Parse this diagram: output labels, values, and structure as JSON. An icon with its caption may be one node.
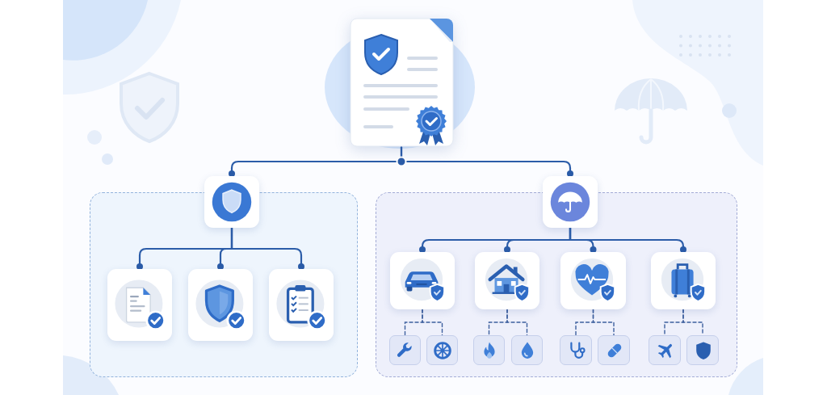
{
  "diagram": {
    "nodes": [
      {
        "text": [],
        "shape": "picture"
      },
      {
        "text": [],
        "shape": "box"
      },
      {
        "text": [],
        "shape": "box"
      },
      {
        "text": [],
        "shape": "box"
      },
      {
        "text": [],
        "shape": "box",
        "in": 3
      },
      {
        "text": [],
        "shape": "box",
        "in": 3
      },
      {
        "text": [],
        "shape": "box",
        "in": 3
      },
      {
        "text": [],
        "shape": "box"
      },
      {
        "text": [],
        "shape": "box",
        "in": 7
      },
      {
        "text": [],
        "shape": "box",
        "in": 7
      },
      {
        "text": [],
        "shape": "box",
        "in": 7
      },
      {
        "text": [],
        "shape": "box",
        "in": 7
      },
      {
        "text": [],
        "shape": "box",
        "in": 7
      },
      {
        "text": [],
        "shape": "box",
        "in": 7
      },
      {
        "text": [],
        "shape": "box",
        "in": 7
      },
      {
        "text": [],
        "shape": "box",
        "in": 7
      },
      {
        "text": [],
        "shape": "box",
        "in": 7
      },
      {
        "text": [],
        "shape": "box",
        "in": 7
      },
      {
        "text": [],
        "shape": "box",
        "in": 7
      },
      {
        "text": [],
        "shape": "box",
        "in": 7
      }
    ],
    "edges": [
      {
        "from": 0,
        "to": 1,
        "arrow": "other"
      },
      {
        "from": 0,
        "to": 2,
        "arrow": "other"
      },
      {
        "from": 1,
        "to": 4,
        "arrow": "other"
      },
      {
        "from": 1,
        "to": 5,
        "arrow": "other"
      },
      {
        "from": 1,
        "to": 6,
        "arrow": "other"
      },
      {
        "from": 2,
        "to": 8,
        "arrow": "other"
      },
      {
        "from": 2,
        "to": 9,
        "arrow": "other"
      },
      {
        "from": 2,
        "to": 10,
        "arrow": "other"
      },
      {
        "from": 2,
        "to": 11,
        "arrow": "other"
      },
      {
        "from": 8,
        "to": 12,
        "arrow": "none",
        "style": "dashed"
      },
      {
        "from": 8,
        "to": 13,
        "arrow": "none",
        "style": "dashed"
      },
      {
        "from": 9,
        "to": 14,
        "arrow": "none",
        "style": "dashed"
      },
      {
        "from": 9,
        "to": 15,
        "arrow": "none",
        "style": "dashed"
      },
      {
        "from": 10,
        "to": 16,
        "arrow": "none",
        "style": "dashed"
      },
      {
        "from": 10,
        "to": 17,
        "arrow": "none",
        "style": "dashed"
      },
      {
        "from": 11,
        "to": 18,
        "arrow": "none",
        "style": "dashed"
      },
      {
        "from": 11,
        "to": 19,
        "arrow": "none",
        "style": "dashed"
      }
    ]
  }
}
